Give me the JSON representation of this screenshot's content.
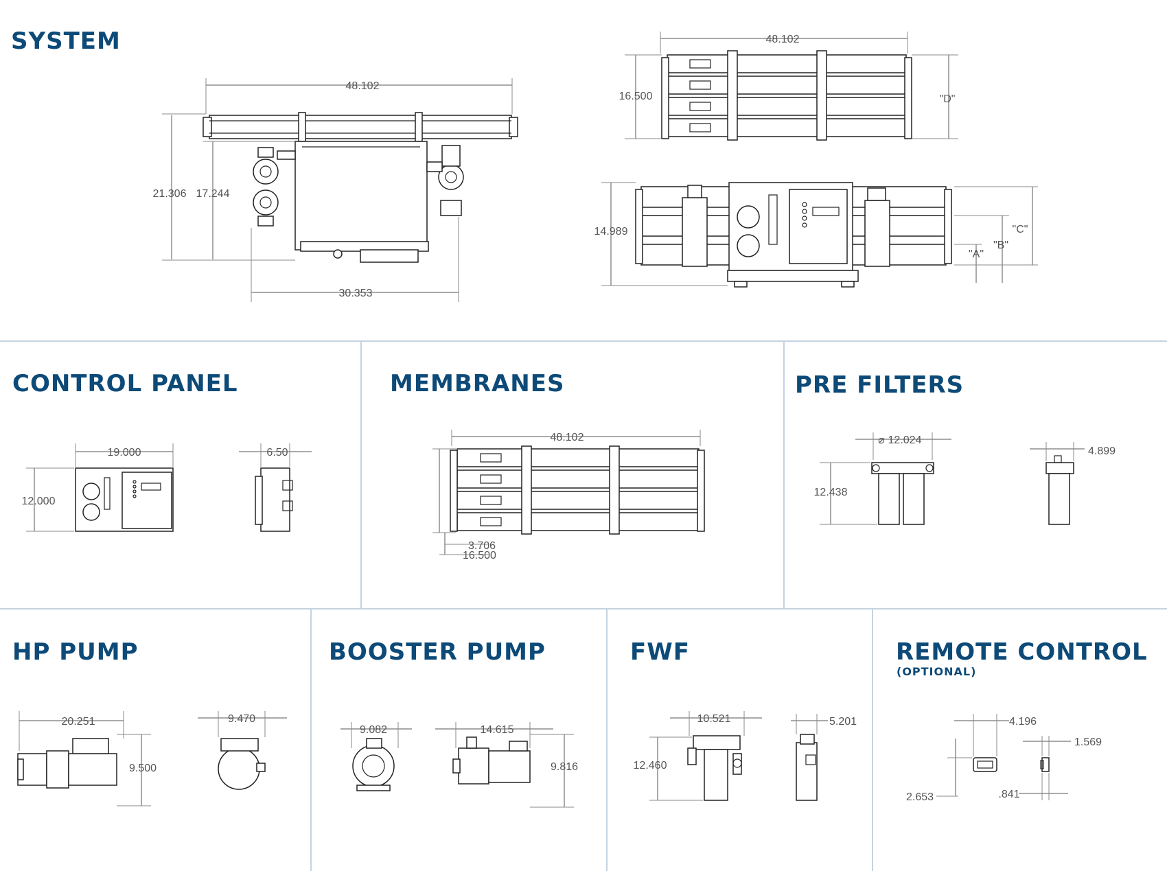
{
  "sections": {
    "system": {
      "title": "SYSTEM"
    },
    "control_panel": {
      "title": "CONTROL PANEL"
    },
    "membranes": {
      "title": "MEMBRANES"
    },
    "pre_filters": {
      "title": "PRE FILTERS"
    },
    "hp_pump": {
      "title": "HP PUMP"
    },
    "booster_pump": {
      "title": "BOOSTER PUMP"
    },
    "fwf": {
      "title": "FWF"
    },
    "remote_control": {
      "title": "REMOTE CONTROL",
      "subtitle": "(OPTIONAL)"
    }
  },
  "dimensions": {
    "system_side_width": "48.102",
    "system_side_height_total": "21.306",
    "system_side_height_frame": "17.244",
    "system_side_depth": "30.353",
    "system_top_width": "48.102",
    "system_top_depth": "16.500",
    "system_top_d": "\"D\"",
    "system_front_height": "14.989",
    "system_front_c": "\"C\"",
    "system_front_b": "\"B\"",
    "system_front_a": "\"A\"",
    "control_panel_width": "19.000",
    "control_panel_height": "12.000",
    "control_panel_depth": "6.50",
    "membranes_width": "48.102",
    "membranes_pitch": "3.706",
    "membranes_depth": "16.500",
    "pre_filters_diameter": "12.024",
    "pre_filters_diameter_symbol": "⌀",
    "pre_filters_height": "12.438",
    "pre_filters_depth": "4.899",
    "hp_pump_length": "20.251",
    "hp_pump_height": "9.500",
    "hp_pump_width": "9.470",
    "booster_pump_width": "9.082",
    "booster_pump_length": "14.615",
    "booster_pump_height": "9.816",
    "fwf_width": "10.521",
    "fwf_height": "12.460",
    "fwf_depth": "5.201",
    "remote_width": "4.196",
    "remote_height": "2.653",
    "remote_depth": "1.569",
    "remote_depth_small": ".841"
  }
}
